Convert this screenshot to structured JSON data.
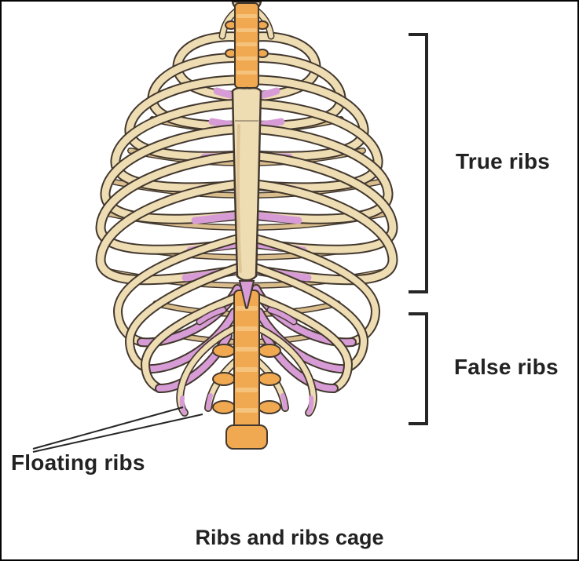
{
  "title": "Ribs and ribs cage",
  "labels": {
    "true_ribs": "True ribs",
    "false_ribs": "False ribs",
    "floating_ribs": "Floating ribs"
  },
  "colors": {
    "bone": "#eedcb3",
    "bone_dark": "#d9bd8d",
    "outline": "#42382e",
    "cartilage": "#d79cd6",
    "spine": "#f0a851",
    "spine_light": "#f6c37c",
    "bracket": "#262626",
    "text": "#222222",
    "background": "#ffffff"
  }
}
